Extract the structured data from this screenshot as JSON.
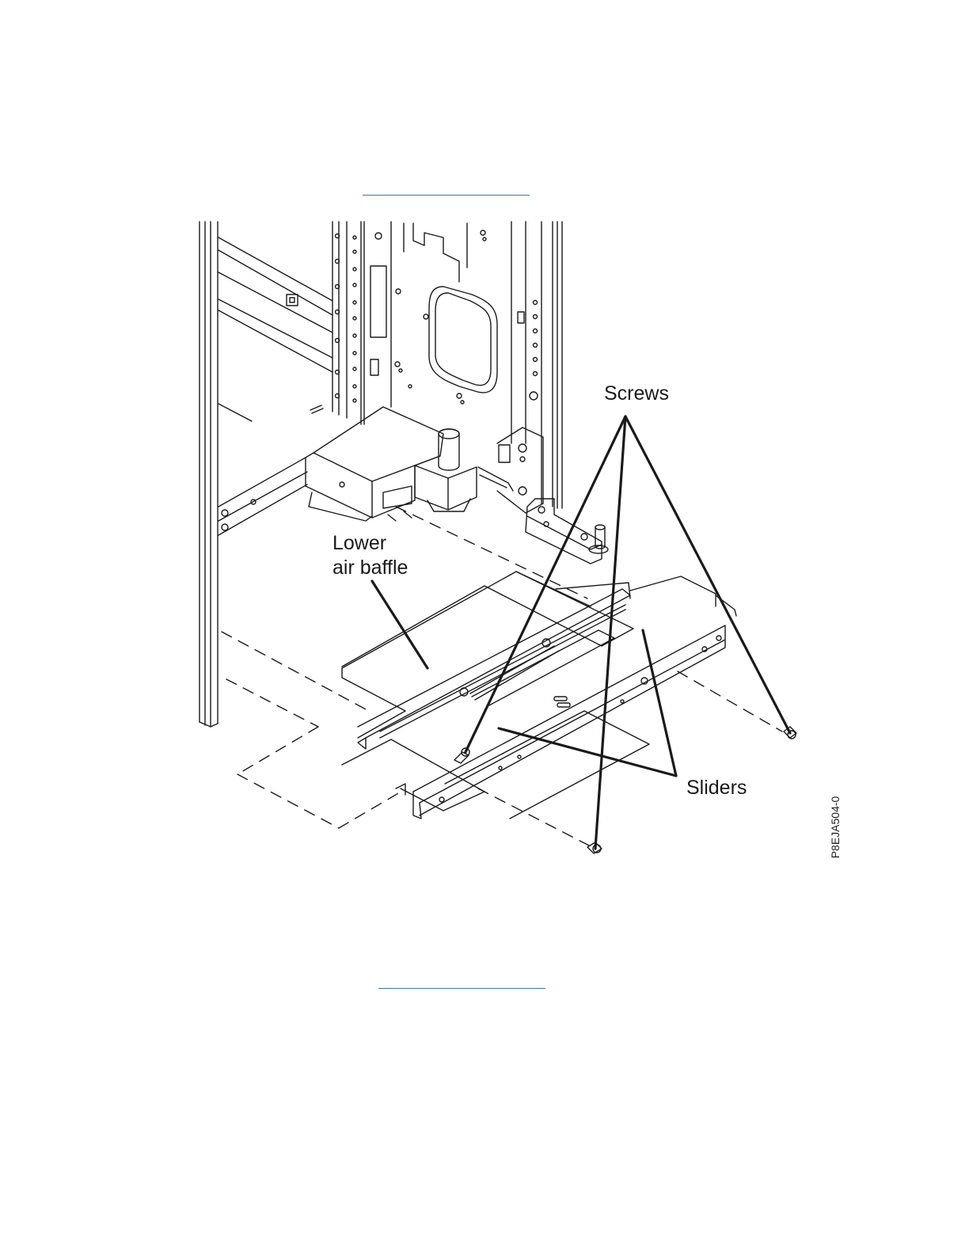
{
  "figure": {
    "labels": {
      "lower_line1": "Lower",
      "lower_line2": "air baffle",
      "screws": "Screws",
      "sliders": "Sliders"
    },
    "figure_id": "P8EJA504-0"
  },
  "colors": {
    "line": "#1a1a1a",
    "link_rule": "#4a6fa5",
    "background": "#ffffff"
  }
}
